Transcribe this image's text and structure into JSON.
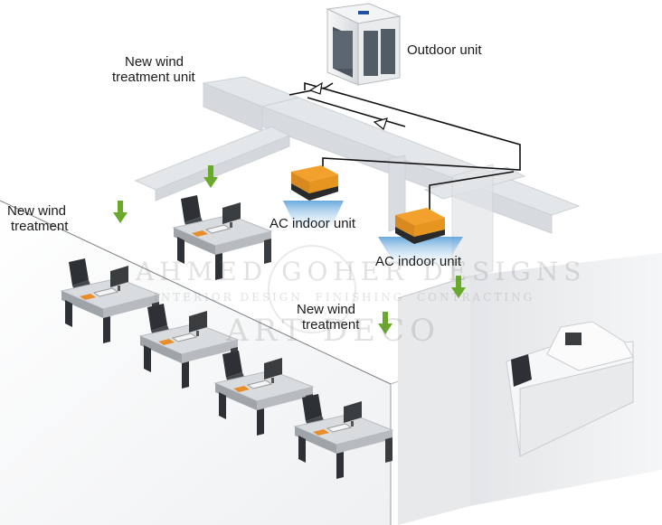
{
  "labels": {
    "outdoor_unit": "Outdoor unit",
    "fresh_air_unit_line1": "New wind",
    "fresh_air_unit_line2": "treatment unit",
    "left_zone_line1": "New wind",
    "left_zone_line2": "treatment",
    "ac_indoor_1": "AC indoor unit",
    "ac_indoor_2": "AC indoor unit",
    "right_zone_line1": "New wind",
    "right_zone_line2": "treatment"
  },
  "watermark": {
    "line1": "AHMED GOHER DESIGNS",
    "line2": "INTERIOR DESIGN  FINISHING  CONTRACTING",
    "line3": "ART DECO"
  },
  "colors": {
    "airflow_arrow": "#6aaa2a",
    "refrigerant_line": "#111111",
    "indoor_unit_top": "#f2a12c",
    "indoor_unit_body": "#2a2a2a",
    "air_spread": "#7fb8e6",
    "duct": "#e6e8ea",
    "floor": "#f4f5f6",
    "desk": "#d9dcdf",
    "monitor": "#3a3d40",
    "document": "#e88d2a"
  },
  "icons": {
    "outdoor_unit": "vrf-outdoor-unit-icon",
    "indoor_unit": "ceiling-cassette-icon",
    "workstation": "office-workstation-icon",
    "reception": "reception-desk-icon",
    "airflow": "arrow-down-icon"
  }
}
